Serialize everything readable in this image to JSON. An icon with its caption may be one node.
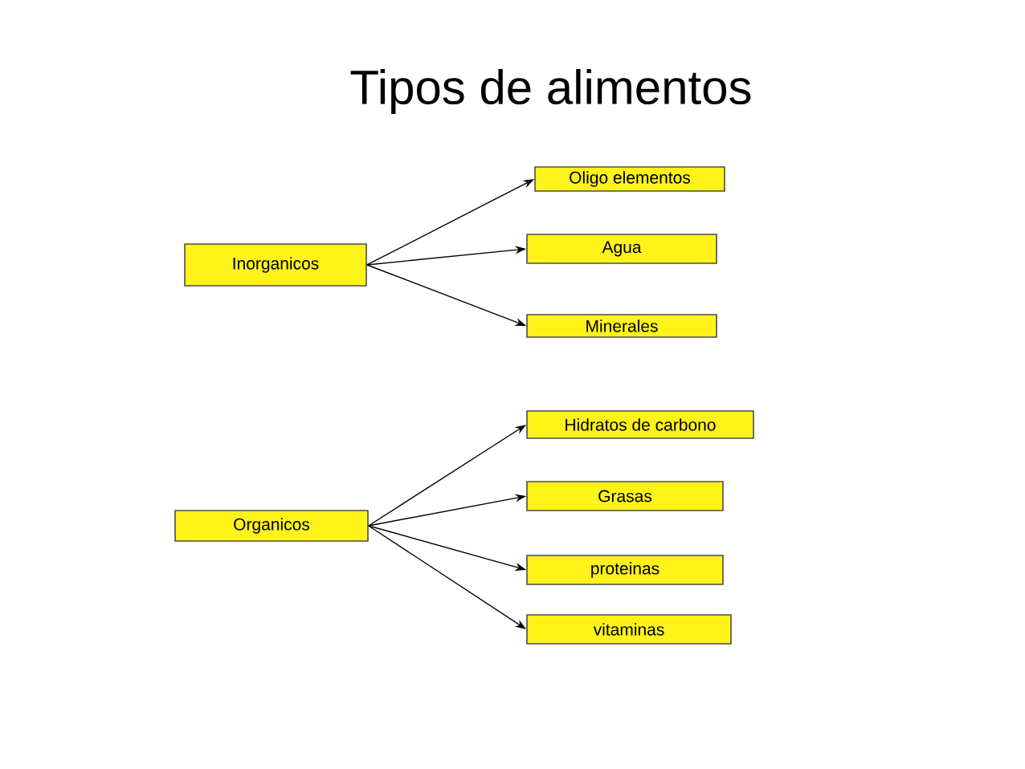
{
  "diagram": {
    "title": "Tipos de alimentos",
    "nodes": [
      {
        "text": [
          "Inorganicos"
        ]
      },
      {
        "text": [
          "Oligo elementos"
        ]
      },
      {
        "text": [
          "Agua"
        ]
      },
      {
        "text": [
          "Minerales"
        ]
      },
      {
        "text": [
          "Organicos"
        ]
      },
      {
        "text": [
          "Hidratos de carbono"
        ]
      },
      {
        "text": [
          "Grasas"
        ]
      },
      {
        "text": [
          "proteinas"
        ]
      },
      {
        "text": [
          "vitaminas"
        ]
      }
    ],
    "edges": [
      {
        "from": 0,
        "to": 1,
        "arrow": "to"
      },
      {
        "from": 0,
        "to": 2,
        "arrow": "to"
      },
      {
        "from": 0,
        "to": 3,
        "arrow": "to"
      },
      {
        "from": 4,
        "to": 5,
        "arrow": "to"
      },
      {
        "from": 4,
        "to": 6,
        "arrow": "to"
      },
      {
        "from": 4,
        "to": 7,
        "arrow": "to"
      },
      {
        "from": 4,
        "to": 8,
        "arrow": "to"
      }
    ]
  }
}
